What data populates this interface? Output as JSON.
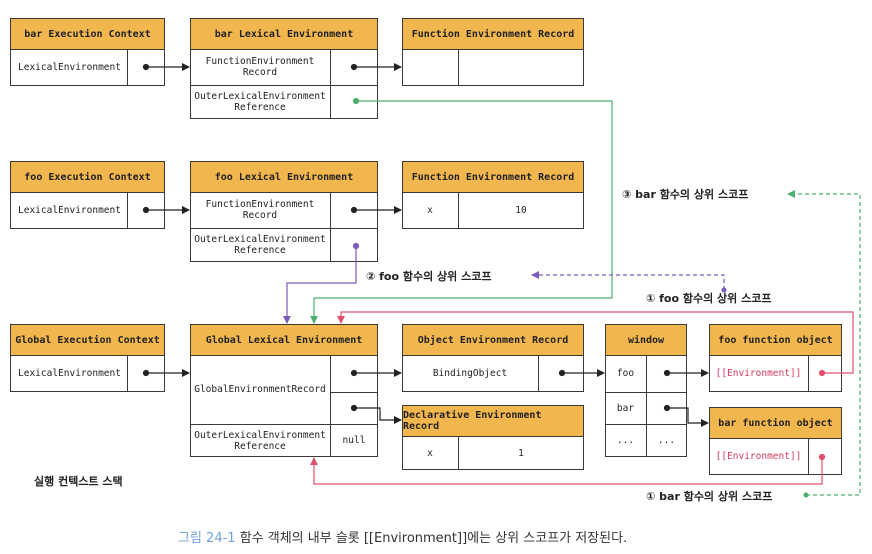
{
  "bar_ec": {
    "title": "bar Execution Context",
    "row": "LexicalEnvironment"
  },
  "bar_le": {
    "title": "bar Lexical Environment",
    "row1": "FunctionEnvironment\nRecord",
    "row2": "OuterLexicalEnvironment\nReference"
  },
  "bar_fer": {
    "title": "Function Environment Record"
  },
  "foo_ec": {
    "title": "foo Execution Context",
    "row": "LexicalEnvironment"
  },
  "foo_le": {
    "title": "foo Lexical Environment",
    "row1": "FunctionEnvironment\nRecord",
    "row2": "OuterLexicalEnvironment\nReference"
  },
  "foo_fer": {
    "title": "Function Environment Record",
    "key": "x",
    "value": "10"
  },
  "global_ec": {
    "title": "Global Execution Context",
    "row": "LexicalEnvironment"
  },
  "global_le": {
    "title": "Global Lexical Environment",
    "row1": "GlobalEnvironmentRecord",
    "row2": "OuterLexicalEnvironment\nReference",
    "row2_value": "null"
  },
  "obj_er": {
    "title": "Object Environment Record",
    "row": "BindingObject"
  },
  "decl_er": {
    "title": "Declarative Environment Record",
    "key": "x",
    "value": "1"
  },
  "window": {
    "title": "window",
    "rows": [
      "foo",
      "bar",
      "...",
      "..."
    ]
  },
  "foo_fn": {
    "title": "foo function object",
    "slot": "[[Environment]]"
  },
  "bar_fn": {
    "title": "bar function object",
    "slot": "[[Environment]]"
  },
  "notes": {
    "n3_bar_scope": "③ bar 함수의 상위 스코프",
    "n2_foo_scope": "② foo 함수의 상위 스코프",
    "n1_foo_scope": "① foo 함수의 상위 스코프",
    "n1_bar_scope": "① bar 함수의 상위 스코프"
  },
  "stack_label": "실행 컨텍스트 스택",
  "caption": {
    "figure": "그림 24-1",
    "text": " 함수 객체의 내부 슬롯 [[Environment]]에는 상위 스코프가 저장된다."
  },
  "colors": {
    "header": "#f2b64e",
    "green": "#4caf6e",
    "purple": "#7b5cb8",
    "pink": "#e0506e",
    "border": "#3a3a3a"
  }
}
